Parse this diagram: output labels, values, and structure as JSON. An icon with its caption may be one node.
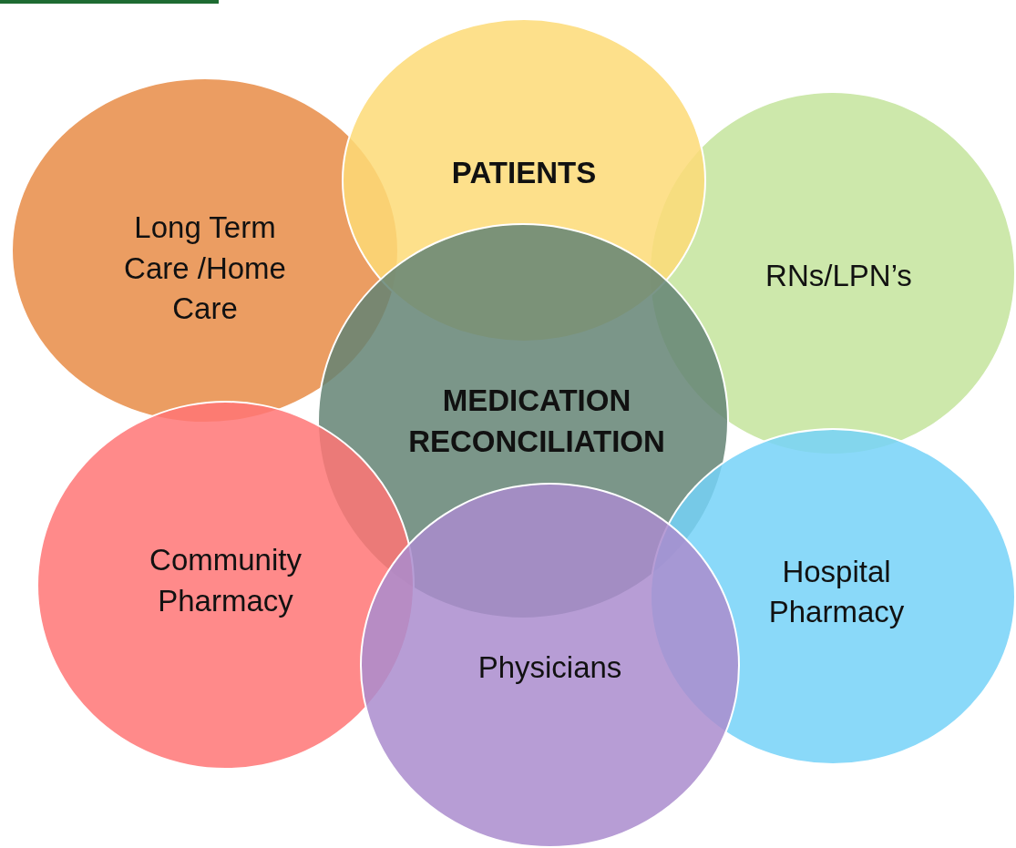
{
  "diagram": {
    "nodes": [
      {
        "text": [
          "PATIENTS"
        ]
      },
      {
        "text": [
          "Long Term Care /Home Care"
        ]
      },
      {
        "text": [
          "RNs/LPN’s"
        ]
      },
      {
        "text": [
          "MEDICATION RECONCILIATION"
        ]
      },
      {
        "text": [
          "Community Pharmacy"
        ]
      },
      {
        "text": [
          "Hospital Pharmacy"
        ]
      },
      {
        "text": [
          "Physicians"
        ]
      }
    ],
    "edges": []
  }
}
